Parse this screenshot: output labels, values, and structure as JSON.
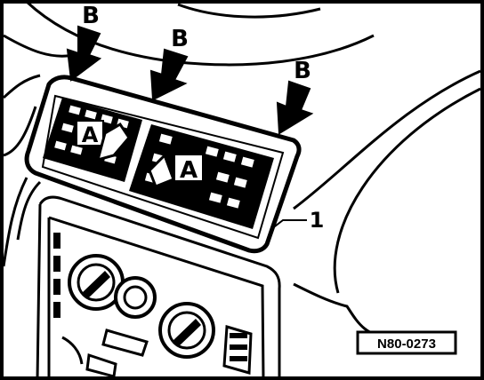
{
  "labels": {
    "clip_b": "B",
    "vent_a": "A",
    "part_1": "1"
  },
  "figure_ref": "N80-0273",
  "colors": {
    "ink": "#000000",
    "paper": "#ffffff"
  }
}
